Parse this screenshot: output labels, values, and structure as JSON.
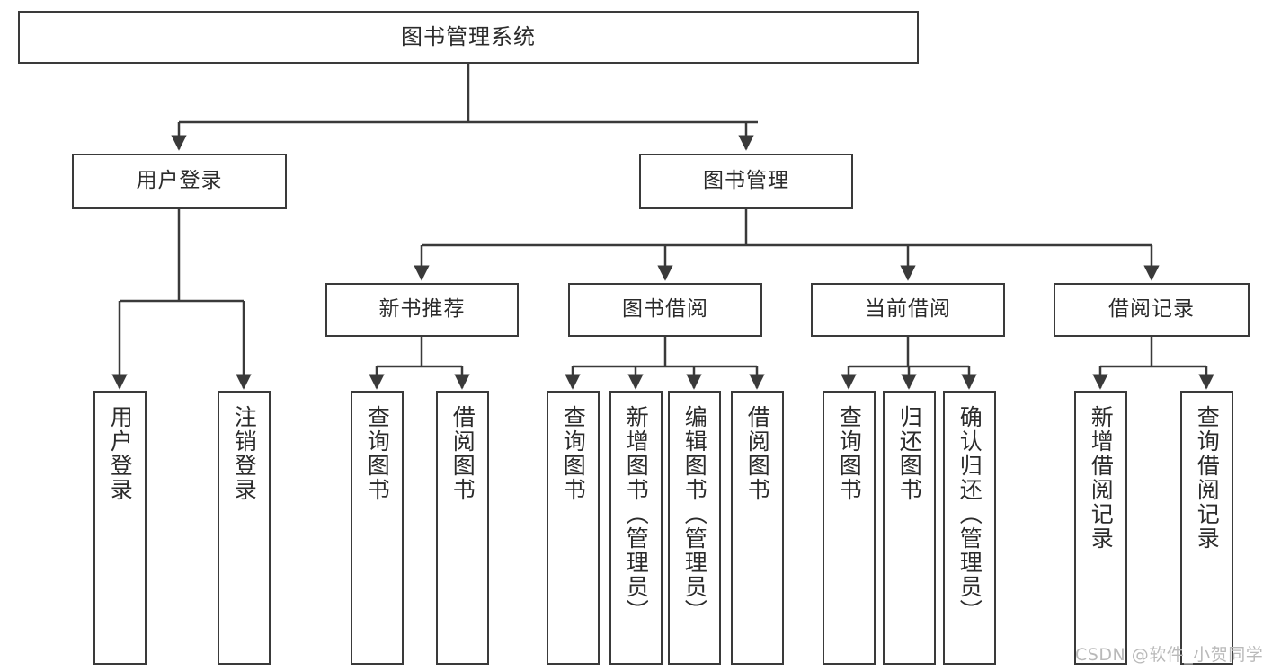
{
  "diagram": {
    "type": "tree-hierarchy-chart",
    "title": "图书管理系统",
    "watermark": "CSDN @软件_小贺同学",
    "colors": {
      "box_border": "#3a3a3a",
      "box_fill": "#ffffff",
      "connector": "#3a3a3a",
      "text": "#2b2b2b",
      "watermark": "#b9b9b9",
      "background": "#ffffff"
    },
    "nodes": {
      "root": {
        "label": "图书管理系统",
        "level": 1,
        "orientation": "horizontal"
      },
      "l2": [
        {
          "id": "user-login",
          "label": "用户登录",
          "level": 2,
          "orientation": "horizontal"
        },
        {
          "id": "book-manage",
          "label": "图书管理",
          "level": 2,
          "orientation": "horizontal"
        }
      ],
      "l3": [
        {
          "id": "new-book-rec",
          "label": "新书推荐",
          "level": 3,
          "orientation": "horizontal",
          "parent": "book-manage"
        },
        {
          "id": "book-borrow",
          "label": "图书借阅",
          "level": 3,
          "orientation": "horizontal",
          "parent": "book-manage"
        },
        {
          "id": "current-borrow",
          "label": "当前借阅",
          "level": 3,
          "orientation": "horizontal",
          "parent": "book-manage"
        },
        {
          "id": "borrow-record",
          "label": "借阅记录",
          "level": 3,
          "orientation": "horizontal",
          "parent": "book-manage"
        }
      ],
      "leaves": [
        {
          "id": "leaf-user-login",
          "label": "用户登录",
          "parent": "user-login",
          "orientation": "vertical"
        },
        {
          "id": "leaf-logout",
          "label": "注销登录",
          "parent": "user-login",
          "orientation": "vertical"
        },
        {
          "id": "leaf-query-book-1",
          "label": "查询图书",
          "parent": "new-book-rec",
          "orientation": "vertical"
        },
        {
          "id": "leaf-borrow-book-1",
          "label": "借阅图书",
          "parent": "new-book-rec",
          "orientation": "vertical"
        },
        {
          "id": "leaf-query-book-2",
          "label": "查询图书",
          "parent": "book-borrow",
          "orientation": "vertical"
        },
        {
          "id": "leaf-add-book",
          "label": "新增图书（管理员）",
          "parent": "book-borrow",
          "orientation": "vertical"
        },
        {
          "id": "leaf-edit-book",
          "label": "编辑图书（管理员）",
          "parent": "book-borrow",
          "orientation": "vertical"
        },
        {
          "id": "leaf-borrow-book-2",
          "label": "借阅图书",
          "parent": "book-borrow",
          "orientation": "vertical"
        },
        {
          "id": "leaf-query-book-3",
          "label": "查询图书",
          "parent": "current-borrow",
          "orientation": "vertical"
        },
        {
          "id": "leaf-return-book",
          "label": "归还图书",
          "parent": "current-borrow",
          "orientation": "vertical"
        },
        {
          "id": "leaf-confirm-return",
          "label": "确认归还（管理员）",
          "parent": "current-borrow",
          "orientation": "vertical"
        },
        {
          "id": "leaf-add-record",
          "label": "新增借阅记录",
          "parent": "borrow-record",
          "orientation": "vertical"
        },
        {
          "id": "leaf-query-record",
          "label": "查询借阅记录",
          "parent": "borrow-record",
          "orientation": "vertical"
        }
      ]
    }
  }
}
